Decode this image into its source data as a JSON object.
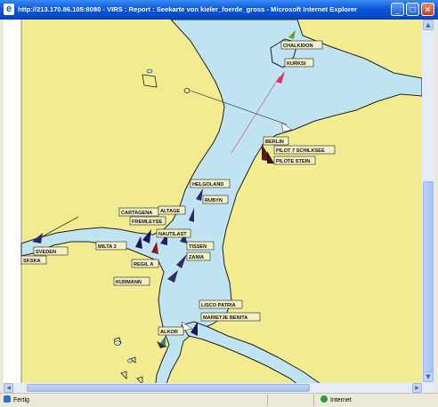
{
  "window": {
    "app_icon": "ie-logo-icon",
    "title": "http://213.170.86.105:8080 - VIRS : Report : Seekarte von kieler_foerde_gross - Microsoft Internet Explorer",
    "buttons": {
      "minimize": "minimize-icon",
      "maximize": "maximize-icon",
      "close": "close-icon"
    }
  },
  "map": {
    "water_color": "#bfe3f1",
    "land_color": "#f3eb8f",
    "shore_color": "#222222",
    "vessels": [
      {
        "name": "CHALKIDON"
      },
      {
        "name": "KURKSI"
      },
      {
        "name": "BERLIN"
      },
      {
        "name": "PILOT 7 SCHILKSEE"
      },
      {
        "name": "PILOTE STEIN"
      },
      {
        "name": "HELGOLAND"
      },
      {
        "name": "RUBYN"
      },
      {
        "name": "CARTAGENA"
      },
      {
        "name": "ALTAGE"
      },
      {
        "name": "FREMLEYSE"
      },
      {
        "name": "NAUTILAST"
      },
      {
        "name": "TISSEN"
      },
      {
        "name": "ZANIA"
      },
      {
        "name": "MILTA 3"
      },
      {
        "name": "REGIL A"
      },
      {
        "name": "KURMANN"
      },
      {
        "name": "SVEDEN"
      },
      {
        "name": "SKSKA"
      },
      {
        "name": "LISCO PATRIA"
      },
      {
        "name": "MARIETJE BENITA"
      },
      {
        "name": "ALKOR"
      }
    ]
  },
  "scrollbars": {
    "up": "scroll-up-arrow-icon",
    "down": "scroll-down-arrow-icon",
    "left": "scroll-left-arrow-icon",
    "right": "scroll-right-arrow-icon"
  },
  "statusbar": {
    "left_text": "Fertig",
    "right_text": "Internet",
    "left_icon": "page-done-icon",
    "right_icon": "internet-zone-globe-icon"
  }
}
